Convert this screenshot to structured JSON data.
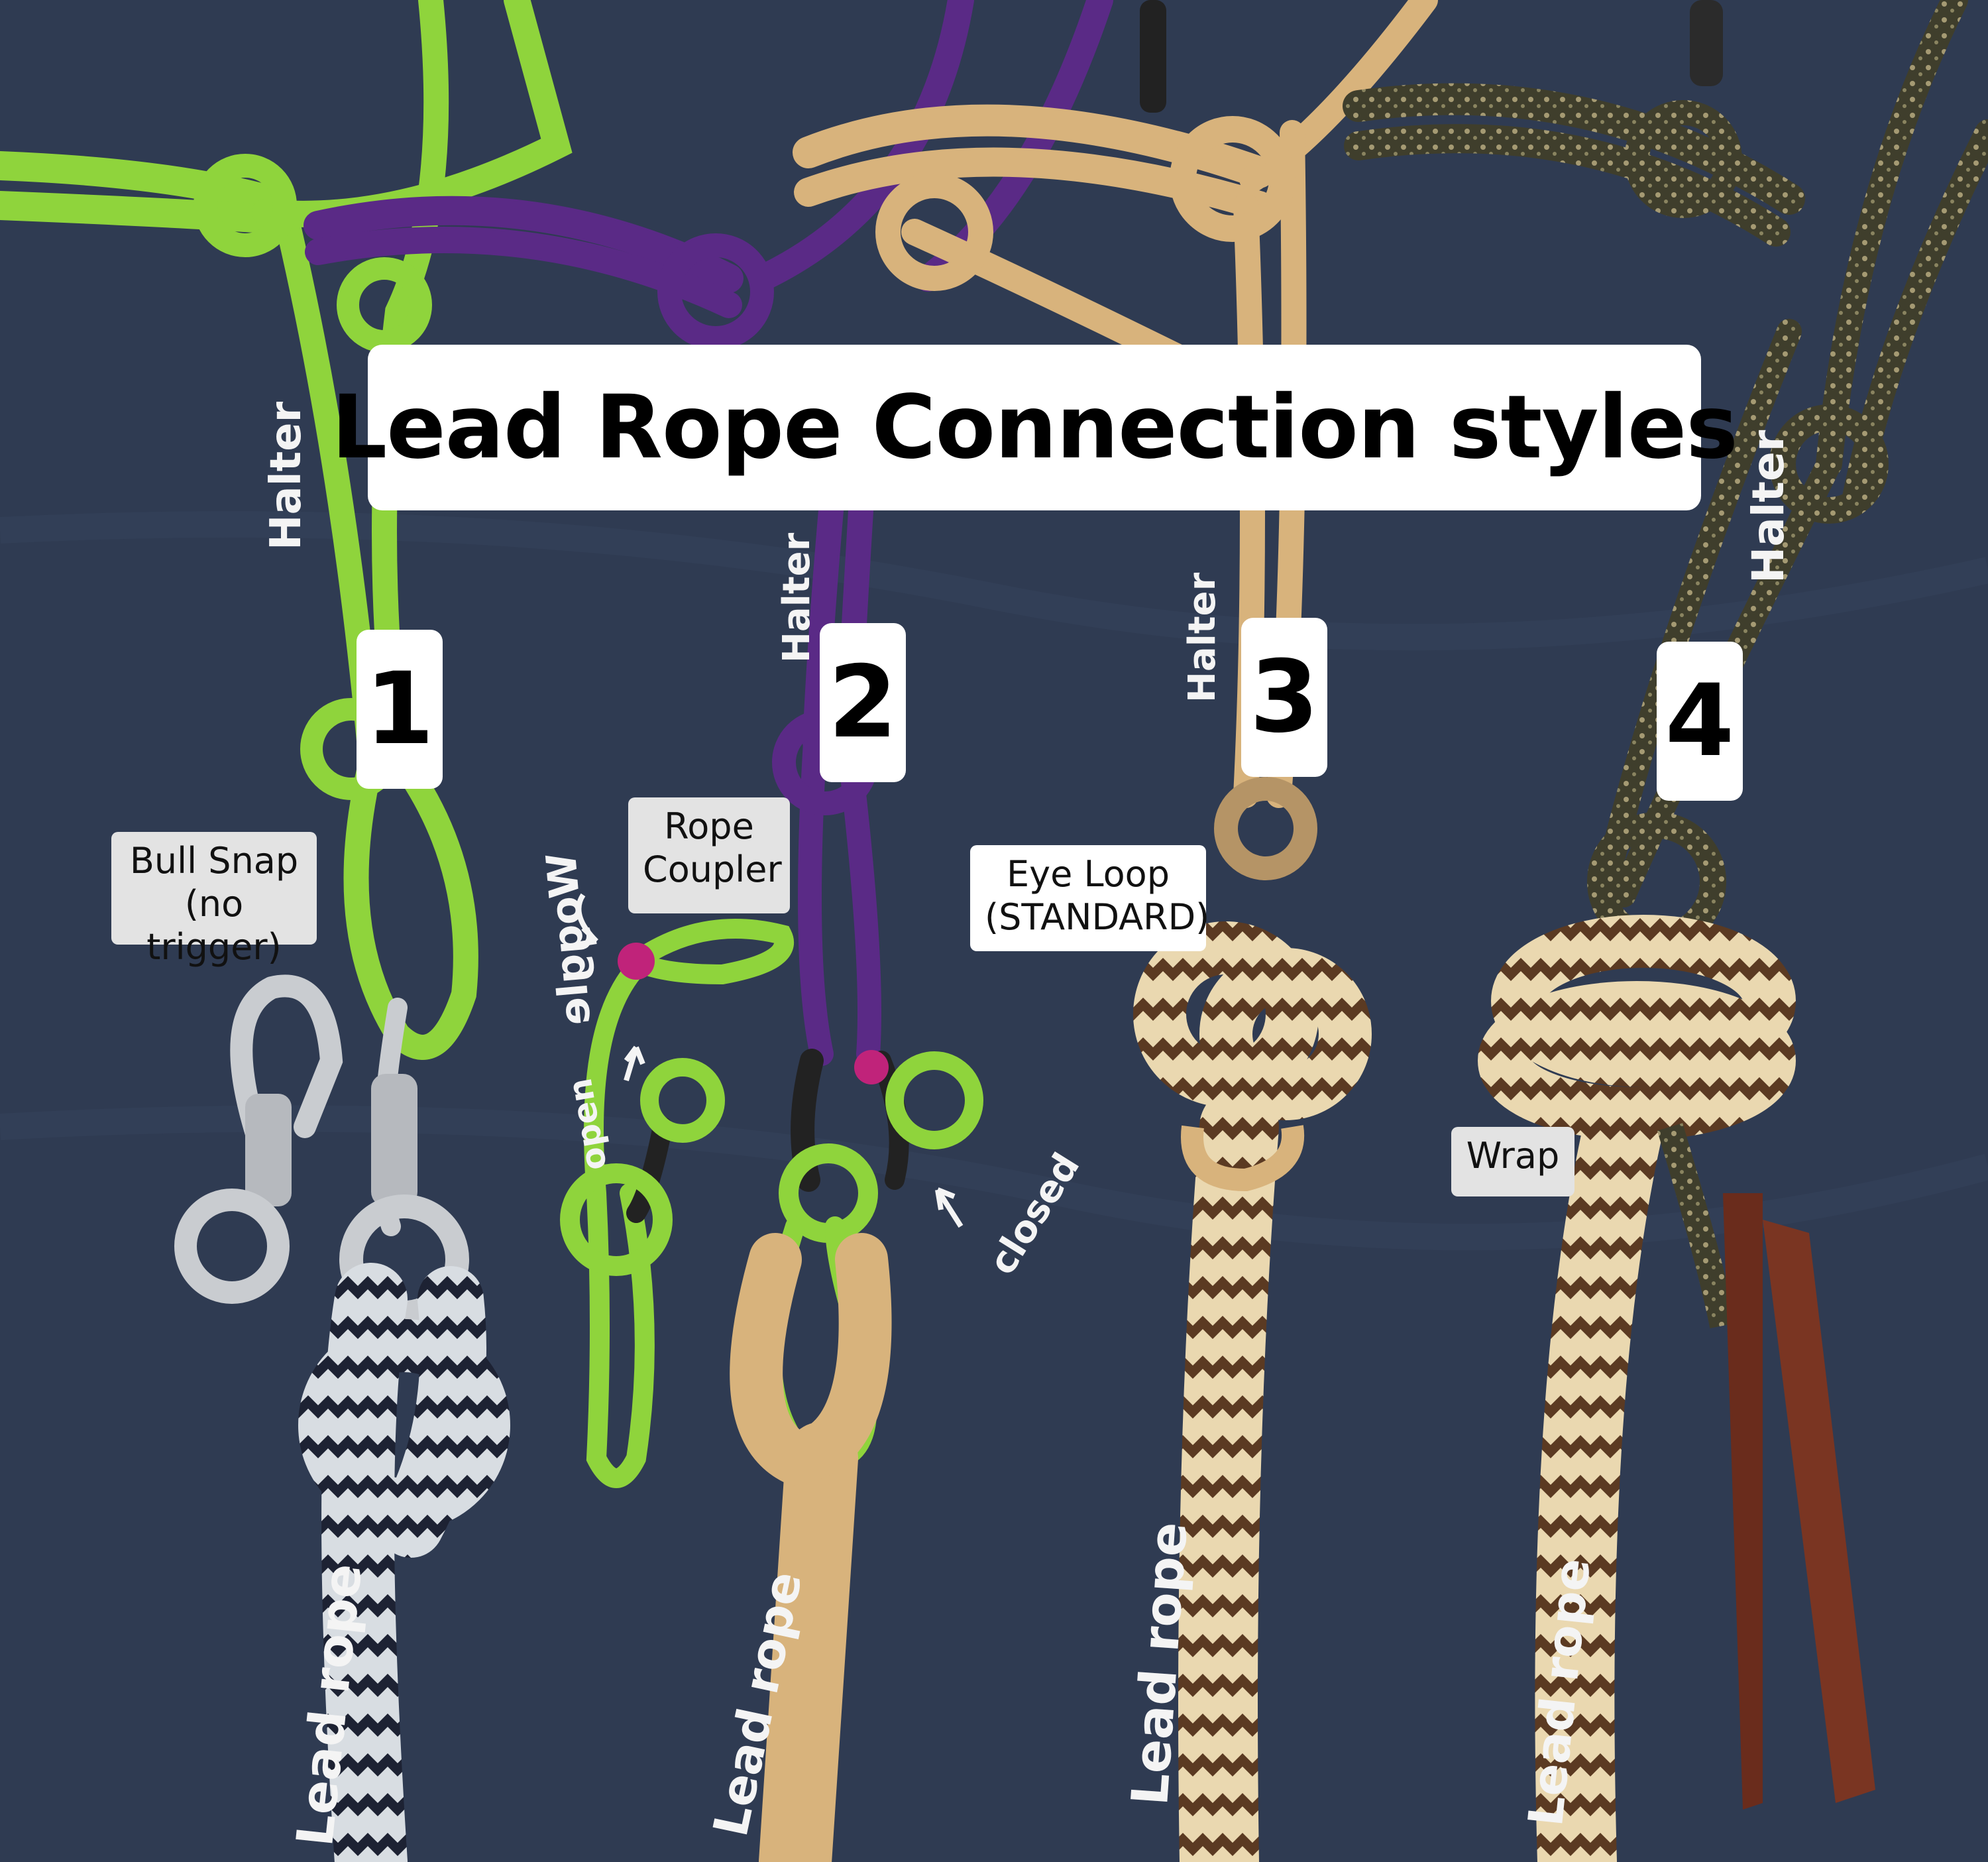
{
  "title": "Lead Rope Connection styles",
  "numbers": [
    "1",
    "2",
    "3",
    "4"
  ],
  "labels": {
    "bull_snap": "Bull Snap\n(no trigger)",
    "rope_coupler": "Rope\nCoupler",
    "eye_loop": "Eye Loop\n(STANDARD)",
    "wrap": "Wrap"
  },
  "handwritten": {
    "halter": "Halter",
    "lead_rope": "Lead rope",
    "woggle": "Woggle",
    "open": "open",
    "closed": "closed"
  },
  "colors": {
    "background": "#2f3b52",
    "green_rope": "#8fd43c",
    "purple_rope": "#5a2a86",
    "tan_rope": "#d8b37c",
    "olive_rope": "#4d4a33",
    "brown_rope": "#5b3a22",
    "navy_rope": "#1d2233",
    "leather": "#6a2c1c",
    "pink_bead": "#c0237a"
  }
}
